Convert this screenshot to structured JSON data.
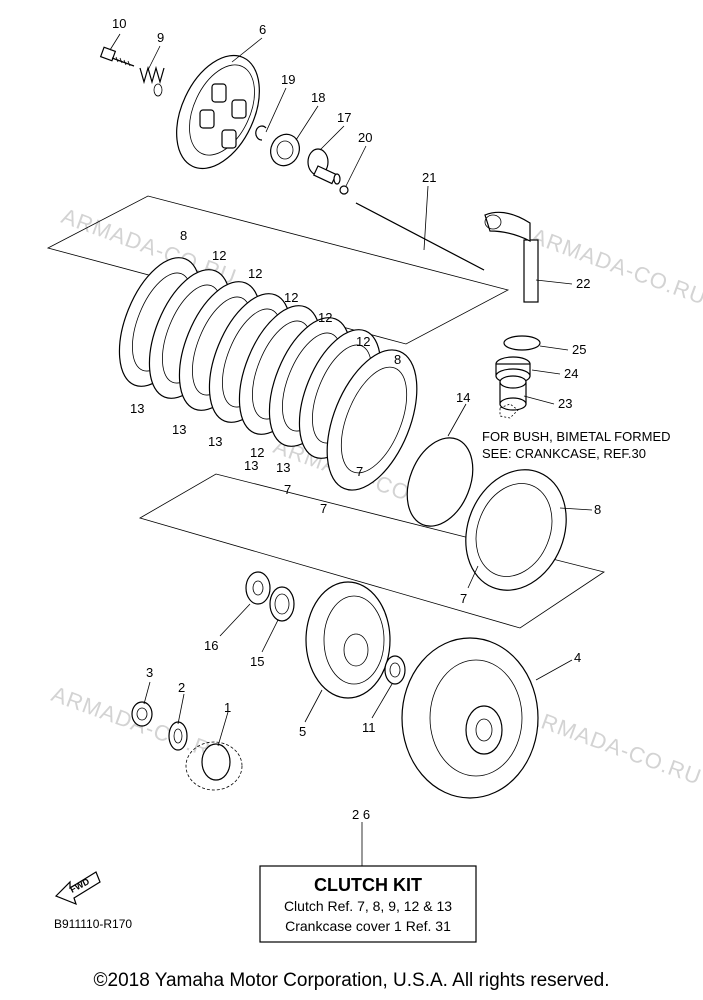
{
  "watermarks": [
    "ARMADA-CO.RU",
    "ARMADA-CO.RU",
    "ARMADA-CO.RU",
    "ARMADA-CO.RU",
    "ARMADA-CO.RU"
  ],
  "callouts": {
    "p1": "1",
    "p2": "2",
    "p3": "3",
    "p4": "4",
    "p5": "5",
    "p6": "6",
    "p7a": "7",
    "p7b": "7",
    "p7c": "7",
    "p7d": "7",
    "p8a": "8",
    "p8b": "8",
    "p8c": "8",
    "p9": "9",
    "p10": "10",
    "p11": "11",
    "p12a": "12",
    "p12b": "12",
    "p12c": "12",
    "p12d": "12",
    "p12e": "12",
    "p12f": "12",
    "p13a": "13",
    "p13b": "13",
    "p13c": "13",
    "p13d": "13",
    "p13e": "13",
    "p14": "14",
    "p15": "15",
    "p16": "16",
    "p17": "17",
    "p18": "18",
    "p19": "19",
    "p20": "20",
    "p21": "21",
    "p22": "22",
    "p23": "23",
    "p24": "24",
    "p25": "25",
    "p26": "2 6"
  },
  "bush_note": {
    "line1": "FOR BUSH, BIMETAL FORMED",
    "line2": "SEE: CRANKCASE, REF.30"
  },
  "clutch_kit": {
    "title": "CLUTCH KIT",
    "line1": "Clutch Ref. 7, 8, 9, 12 & 13",
    "line2": "Crankcase cover 1 Ref. 31"
  },
  "fwd_label": "FWD",
  "diagram_code": "B911110-R170",
  "copyright": "©2018 Yamaha Motor Corporation, U.S.A. All rights reserved."
}
